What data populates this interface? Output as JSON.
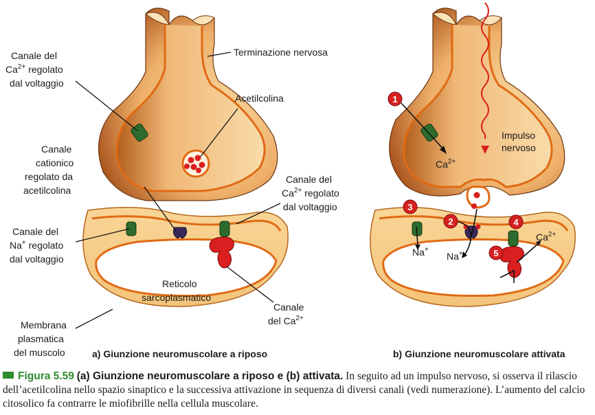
{
  "panel_a": {
    "caption": "a)   Giunzione neuromuscolare a riposo",
    "labels": {
      "ca_channel_1": "Canale del",
      "ca_channel_2": "Ca",
      "ca_channel_sup": "2+",
      "ca_channel_3": " regolato",
      "ca_channel_4": "dal voltaggio",
      "nerve_terminal": "Terminazione nervosa",
      "acetylcholine": "Acetilcolina",
      "cation_channel_1": "Canale",
      "cation_channel_2": "cationico",
      "cation_channel_3": "regolato da",
      "cation_channel_4": "acetilcolina",
      "ca_channel_r_1": "Canale del",
      "ca_channel_r_2": "Ca",
      "ca_channel_r_sup": "2+",
      "ca_channel_r_3": " regolato",
      "ca_channel_r_4": "dal voltaggio",
      "na_channel_1": "Canale del",
      "na_channel_2": "Na",
      "na_channel_sup": "+",
      "na_channel_3": " regolato",
      "na_channel_4": "dal voltaggio",
      "sr_1": "Reticolo",
      "sr_2": "sarcoplasmatico",
      "sr_ca_channel_1": "Canale",
      "sr_ca_channel_2": "del Ca",
      "sr_ca_channel_sup": "2+",
      "membrane_1": "Membrana",
      "membrane_2": "plasmatica",
      "membrane_3": "del muscolo"
    }
  },
  "panel_b": {
    "caption": "b)   Giunzione neuromuscolare attivata",
    "labels": {
      "impulse_1": "Impulso",
      "impulse_2": "nervoso",
      "ca_ion": "Ca",
      "ca_ion_sup": "2+",
      "na_ion_1": "Na",
      "na_ion_1_sup": "+",
      "na_ion_2": "Na",
      "na_ion_2_sup": "+",
      "ca_ion_out": "Ca",
      "ca_ion_out_sup": "2+"
    },
    "steps": [
      "1",
      "2",
      "3",
      "4",
      "5"
    ]
  },
  "caption": {
    "figure_number": "Figura 5.59",
    "title": "(a) Giunzione neuromuscolare a riposo e (b) attivata.",
    "text": "In seguito ad un impulso nervoso, si osserva il rilascio dell’acetilcolina nello spazio sinaptico e la successiva attivazione in sequenza di diversi canali (vedi numerazione). L’aumento del calcio citosolico fa contrarre le miofibrille nella cellula muscolare."
  },
  "colors": {
    "tissue": "#f6cc8a",
    "tissue_shadow": "#b5651d",
    "membrane": "#e06a14",
    "channel_green": "#2e6b2e",
    "channel_red": "#d91f1f",
    "channel_dark": "#3a2a5a",
    "step_badge": "#d62020"
  }
}
